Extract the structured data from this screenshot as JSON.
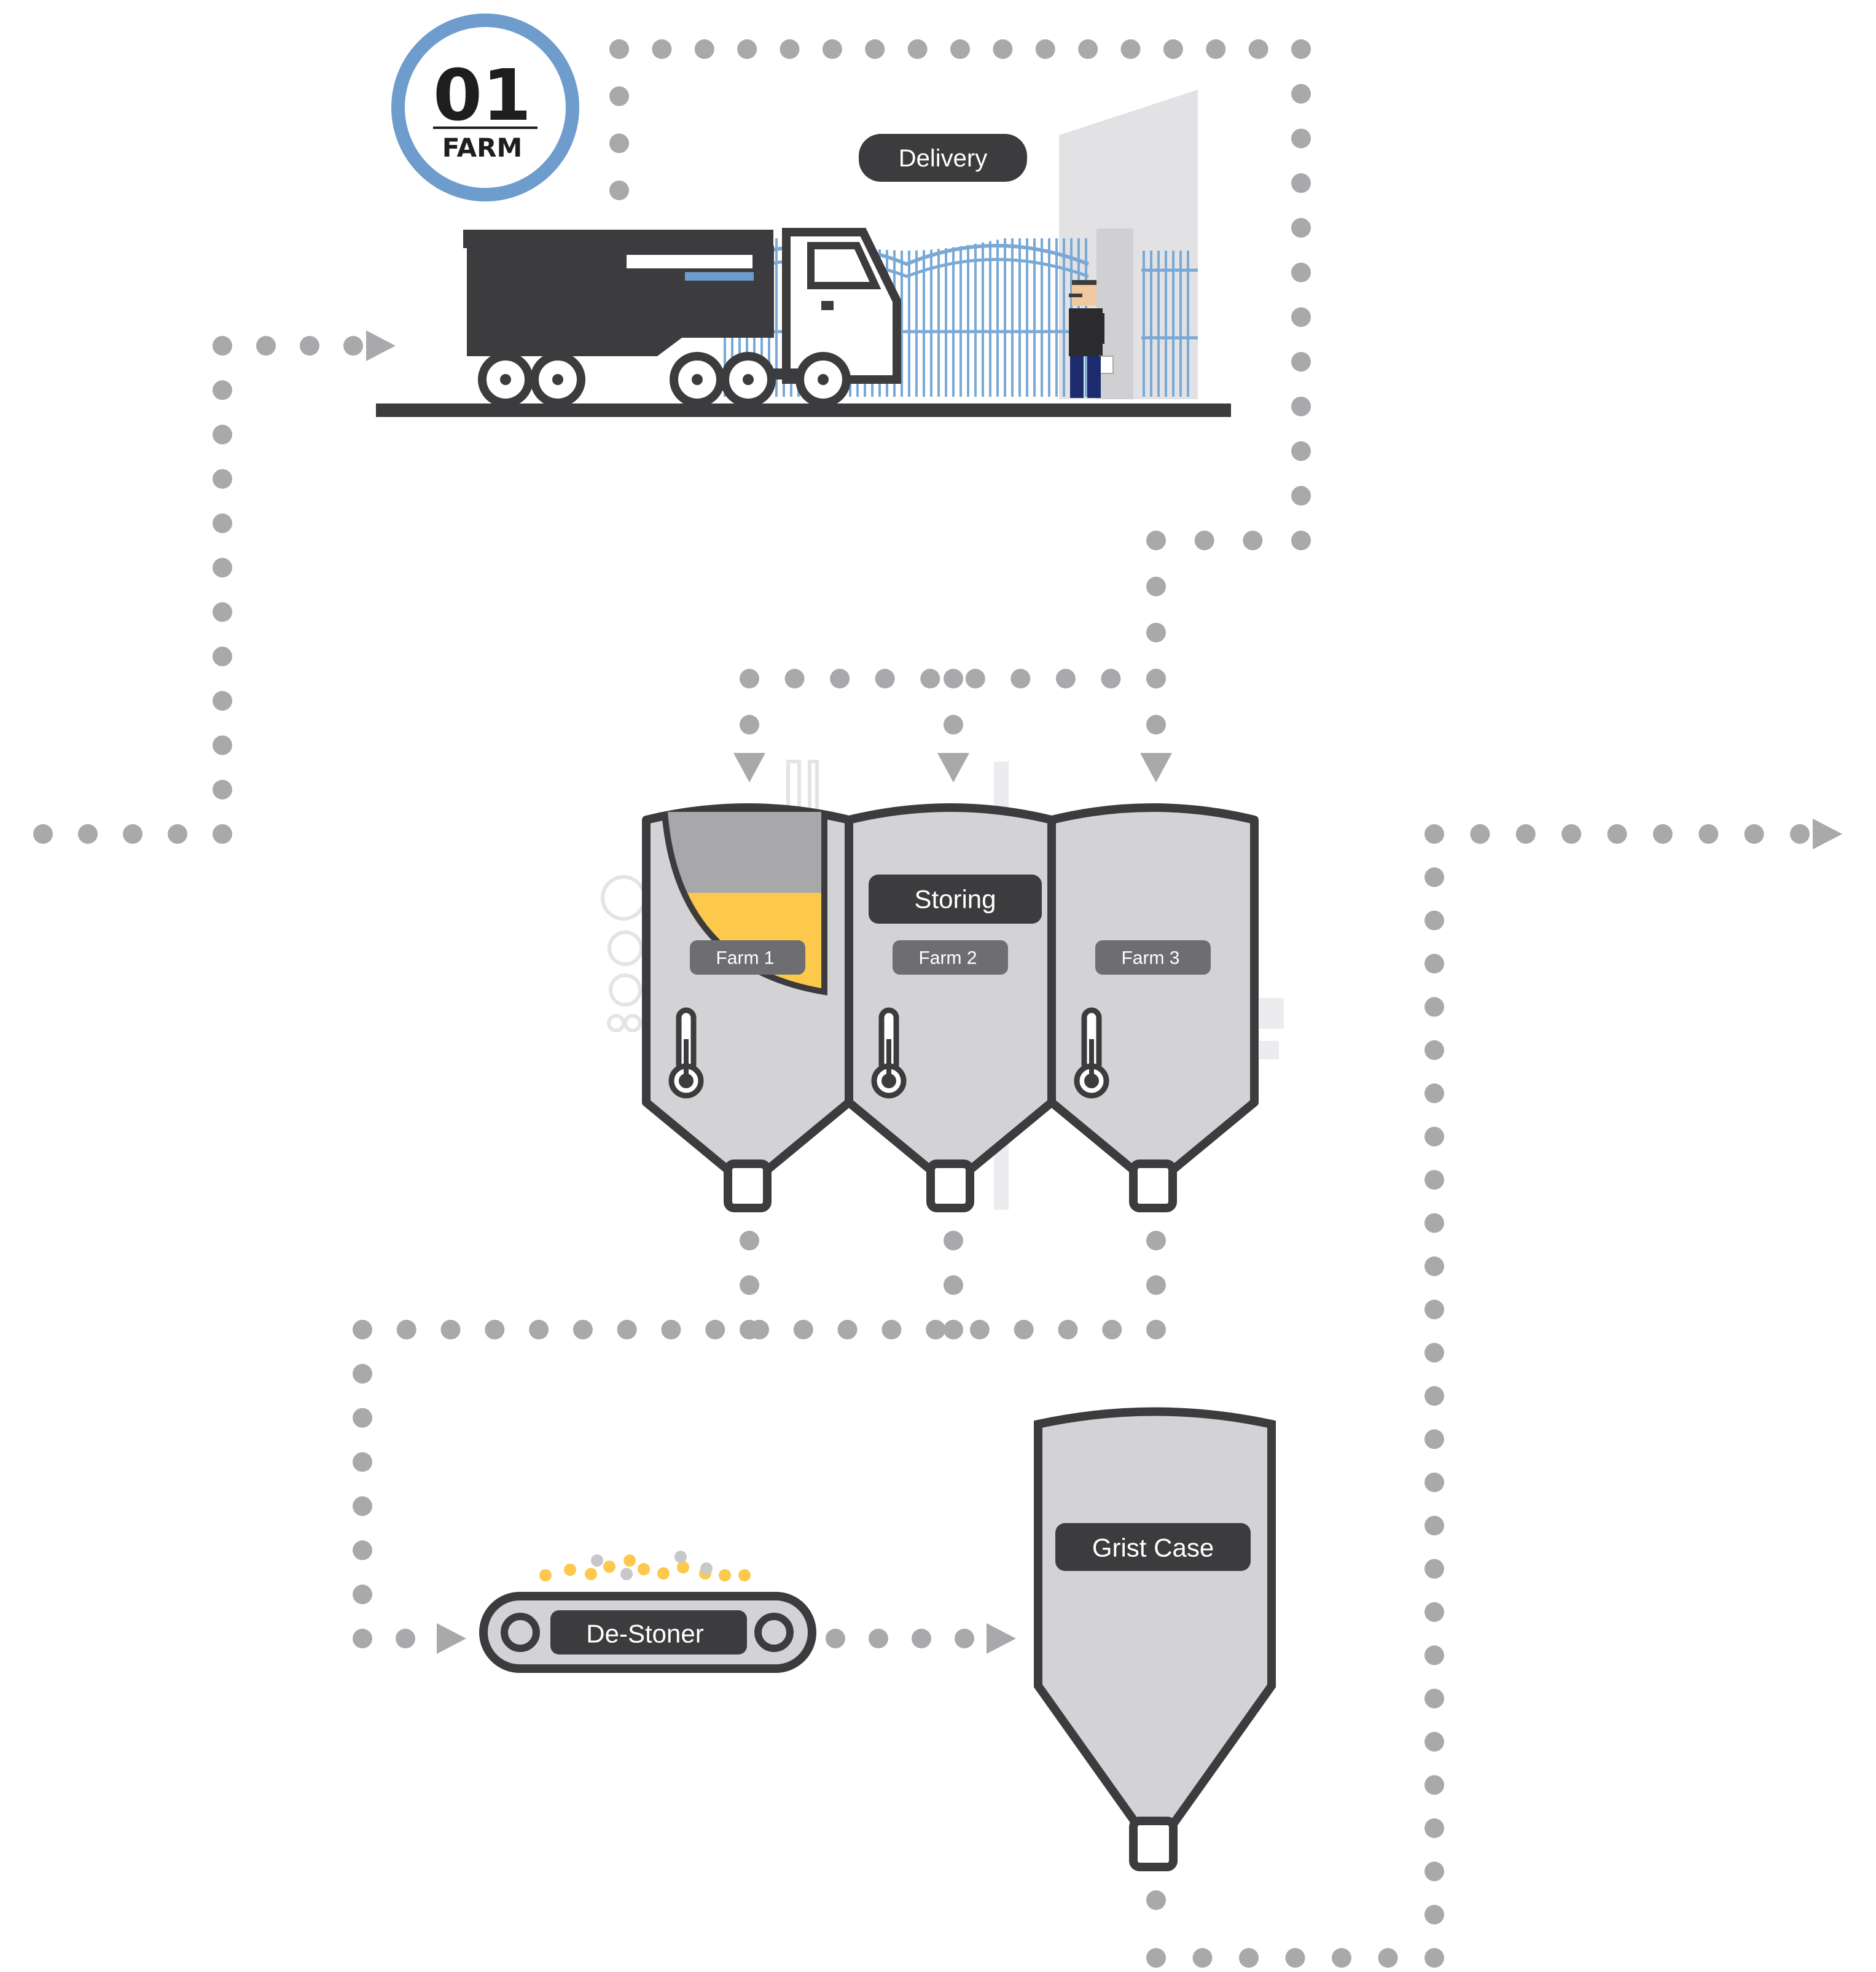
{
  "badge": {
    "number": "01",
    "label": "FARM"
  },
  "labels": {
    "delivery": "Delivery",
    "storing": "Storing",
    "farm1": "Farm 1",
    "farm2": "Farm 2",
    "farm3": "Farm 3",
    "destoner": "De-Stoner",
    "grist": "Grist Case"
  },
  "silos": [
    {
      "name": "Farm 1",
      "fill_level": 0.55
    },
    {
      "name": "Farm 2",
      "fill_level": 0
    },
    {
      "name": "Farm 3",
      "fill_level": 0
    }
  ],
  "colors": {
    "dot": "#a9a9ac",
    "outline": "#3c3c3e",
    "silo_fill": "#d3d3d5",
    "grain": "#fcc94d",
    "badge_ring": "#6d9ccd",
    "gate": "#7aa9d6",
    "truck": "#3c3c3e"
  },
  "icons": [
    "badge-ring",
    "truck-icon",
    "gate-icon",
    "worker-icon",
    "thermometer-icon",
    "conveyor-icon",
    "arrow-right-icon",
    "arrow-down-icon"
  ]
}
